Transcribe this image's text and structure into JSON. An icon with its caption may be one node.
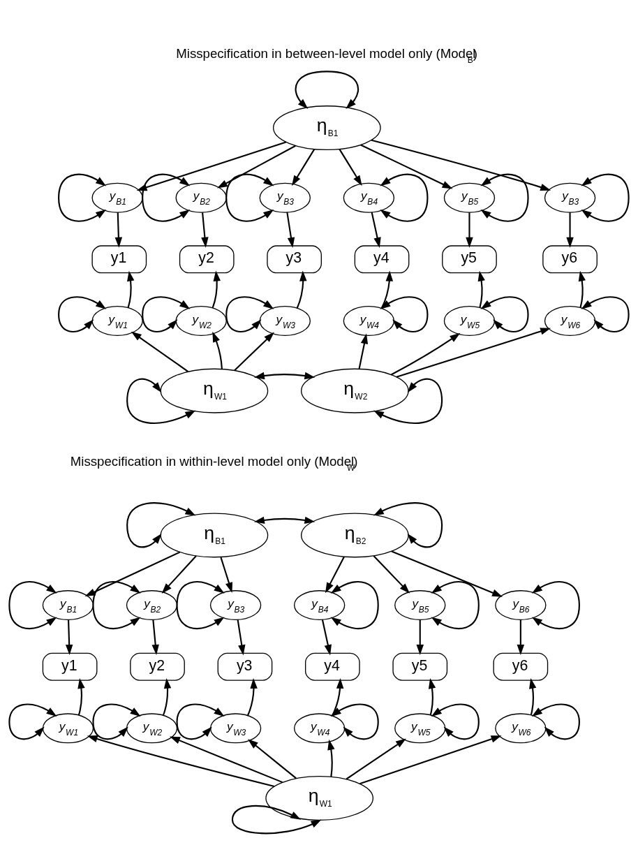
{
  "diagram": {
    "nodes": [
      {
        "text": [
          "η$_{B1}$"
        ]
      },
      {
        "text": [
          "y$_{B1}$"
        ]
      },
      {
        "text": [
          "y$_{B2}$"
        ]
      },
      {
        "text": [
          "y$_{B3}$"
        ]
      },
      {
        "text": [
          "y$_{B4}$"
        ]
      },
      {
        "text": [
          "y$_{B5}$"
        ]
      },
      {
        "text": [
          "y$_{B3}$"
        ]
      },
      {
        "text": [
          "y1"
        ]
      },
      {
        "text": [
          "y2"
        ]
      },
      {
        "text": [
          "y3"
        ]
      },
      {
        "text": [
          "y4"
        ]
      },
      {
        "text": [
          "y5"
        ]
      },
      {
        "text": [
          "y6"
        ]
      },
      {
        "text": [
          "y$_{W1}$"
        ]
      },
      {
        "text": [
          "y$_{W2}$"
        ]
      },
      {
        "text": [
          "y$_{W3}$"
        ]
      },
      {
        "text": [
          "y$_{W4}$"
        ]
      },
      {
        "text": [
          "y$_{W5}$"
        ]
      },
      {
        "text": [
          "y$_{W6}$"
        ]
      },
      {
        "text": [
          "η$_{W1}$"
        ]
      },
      {
        "text": [
          "η$_{W2}$"
        ]
      },
      {
        "text": [
          "η$_{B1}$"
        ]
      },
      {
        "text": [
          "η$_{B2}$"
        ]
      },
      {
        "text": [
          "y$_{B1}$"
        ]
      },
      {
        "text": [
          "y$_{B2}$"
        ]
      },
      {
        "text": [
          "y$_{B3}$"
        ]
      },
      {
        "text": [
          "y$_{B4}$"
        ]
      },
      {
        "text": [
          "y$_{B5}$"
        ]
      },
      {
        "text": [
          "y$_{B6}$"
        ]
      },
      {
        "text": [
          "y1"
        ]
      },
      {
        "text": [
          "y2"
        ]
      },
      {
        "text": [
          "y3"
        ]
      },
      {
        "text": [
          "y4"
        ]
      },
      {
        "text": [
          "y5"
        ]
      },
      {
        "text": [
          "y6"
        ]
      },
      {
        "text": [
          "y$_{W1}$"
        ]
      },
      {
        "text": [
          "y$_{W2}$"
        ]
      },
      {
        "text": [
          "y$_{W3}$"
        ]
      },
      {
        "text": [
          "y$_{W4}$"
        ]
      },
      {
        "text": [
          "y$_{W5}$"
        ]
      },
      {
        "text": [
          "y$_{W6}$"
        ]
      },
      {
        "text": [
          "η$_{W1}$"
        ]
      }
    ],
    "edges": [
      {
        "from": 0,
        "to": 0,
        "arrow": "both"
      },
      {
        "from": 0,
        "to": 1,
        "arrow": "to"
      },
      {
        "from": 0,
        "to": 2,
        "arrow": "to"
      },
      {
        "from": 0,
        "to": 3,
        "arrow": "to"
      },
      {
        "from": 0,
        "to": 4,
        "arrow": "to"
      },
      {
        "from": 0,
        "to": 5,
        "arrow": "to"
      },
      {
        "from": 0,
        "to": 6,
        "arrow": "to"
      },
      {
        "from": 1,
        "to": 1,
        "arrow": "both"
      },
      {
        "from": 2,
        "to": 2,
        "arrow": "both"
      },
      {
        "from": 3,
        "to": 3,
        "arrow": "both"
      },
      {
        "from": 4,
        "to": 4,
        "arrow": "both"
      },
      {
        "from": 5,
        "to": 5,
        "arrow": "both"
      },
      {
        "from": 6,
        "to": 6,
        "arrow": "both"
      },
      {
        "from": 1,
        "to": 7,
        "arrow": "to"
      },
      {
        "from": 2,
        "to": 8,
        "arrow": "to"
      },
      {
        "from": 3,
        "to": 9,
        "arrow": "to"
      },
      {
        "from": 4,
        "to": 10,
        "arrow": "to"
      },
      {
        "from": 5,
        "to": 11,
        "arrow": "to"
      },
      {
        "from": 6,
        "to": 12,
        "arrow": "to"
      },
      {
        "from": 13,
        "to": 7,
        "arrow": "to"
      },
      {
        "from": 14,
        "to": 8,
        "arrow": "to"
      },
      {
        "from": 15,
        "to": 9,
        "arrow": "to"
      },
      {
        "from": 16,
        "to": 10,
        "arrow": "to"
      },
      {
        "from": 17,
        "to": 11,
        "arrow": "to"
      },
      {
        "from": 18,
        "to": 12,
        "arrow": "to"
      },
      {
        "from": 13,
        "to": 13,
        "arrow": "both"
      },
      {
        "from": 14,
        "to": 14,
        "arrow": "both"
      },
      {
        "from": 15,
        "to": 15,
        "arrow": "both"
      },
      {
        "from": 16,
        "to": 16,
        "arrow": "both"
      },
      {
        "from": 17,
        "to": 17,
        "arrow": "both"
      },
      {
        "from": 18,
        "to": 18,
        "arrow": "both"
      },
      {
        "from": 19,
        "to": 13,
        "arrow": "to"
      },
      {
        "from": 19,
        "to": 14,
        "arrow": "to"
      },
      {
        "from": 19,
        "to": 15,
        "arrow": "to"
      },
      {
        "from": 20,
        "to": 16,
        "arrow": "to"
      },
      {
        "from": 20,
        "to": 17,
        "arrow": "to"
      },
      {
        "from": 20,
        "to": 18,
        "arrow": "to"
      },
      {
        "from": 19,
        "to": 19,
        "arrow": "both"
      },
      {
        "from": 20,
        "to": 20,
        "arrow": "both"
      },
      {
        "from": 19,
        "to": 20,
        "arrow": "both"
      },
      {
        "from": 21,
        "to": 21,
        "arrow": "both"
      },
      {
        "from": 22,
        "to": 22,
        "arrow": "both"
      },
      {
        "from": 21,
        "to": 22,
        "arrow": "both"
      },
      {
        "from": 21,
        "to": 23,
        "arrow": "to"
      },
      {
        "from": 21,
        "to": 24,
        "arrow": "to"
      },
      {
        "from": 21,
        "to": 25,
        "arrow": "to"
      },
      {
        "from": 22,
        "to": 26,
        "arrow": "to"
      },
      {
        "from": 22,
        "to": 27,
        "arrow": "to"
      },
      {
        "from": 22,
        "to": 28,
        "arrow": "to"
      },
      {
        "from": 23,
        "to": 23,
        "arrow": "both"
      },
      {
        "from": 24,
        "to": 24,
        "arrow": "both"
      },
      {
        "from": 25,
        "to": 25,
        "arrow": "both"
      },
      {
        "from": 26,
        "to": 26,
        "arrow": "both"
      },
      {
        "from": 27,
        "to": 27,
        "arrow": "both"
      },
      {
        "from": 28,
        "to": 28,
        "arrow": "both"
      },
      {
        "from": 23,
        "to": 29,
        "arrow": "to"
      },
      {
        "from": 24,
        "to": 30,
        "arrow": "to"
      },
      {
        "from": 25,
        "to": 31,
        "arrow": "to"
      },
      {
        "from": 26,
        "to": 32,
        "arrow": "to"
      },
      {
        "from": 27,
        "to": 33,
        "arrow": "to"
      },
      {
        "from": 28,
        "to": 34,
        "arrow": "to"
      },
      {
        "from": 35,
        "to": 29,
        "arrow": "to"
      },
      {
        "from": 36,
        "to": 30,
        "arrow": "to"
      },
      {
        "from": 37,
        "to": 31,
        "arrow": "to"
      },
      {
        "from": 38,
        "to": 32,
        "arrow": "to"
      },
      {
        "from": 39,
        "to": 33,
        "arrow": "to"
      },
      {
        "from": 40,
        "to": 34,
        "arrow": "to"
      },
      {
        "from": 35,
        "to": 35,
        "arrow": "both"
      },
      {
        "from": 36,
        "to": 36,
        "arrow": "both"
      },
      {
        "from": 37,
        "to": 37,
        "arrow": "both"
      },
      {
        "from": 38,
        "to": 38,
        "arrow": "both"
      },
      {
        "from": 39,
        "to": 39,
        "arrow": "both"
      },
      {
        "from": 40,
        "to": 40,
        "arrow": "both"
      },
      {
        "from": 41,
        "to": 35,
        "arrow": "to"
      },
      {
        "from": 41,
        "to": 36,
        "arrow": "to"
      },
      {
        "from": 41,
        "to": 37,
        "arrow": "to"
      },
      {
        "from": 41,
        "to": 38,
        "arrow": "to"
      },
      {
        "from": 41,
        "to": 39,
        "arrow": "to"
      },
      {
        "from": 41,
        "to": 40,
        "arrow": "to"
      },
      {
        "from": 41,
        "to": 41,
        "arrow": "both"
      }
    ],
    "labels": [
      "Misspecification in between-level model only (Model$_{B}$)",
      "Misspecification in within-level model only (Model$_{W}$)"
    ]
  }
}
